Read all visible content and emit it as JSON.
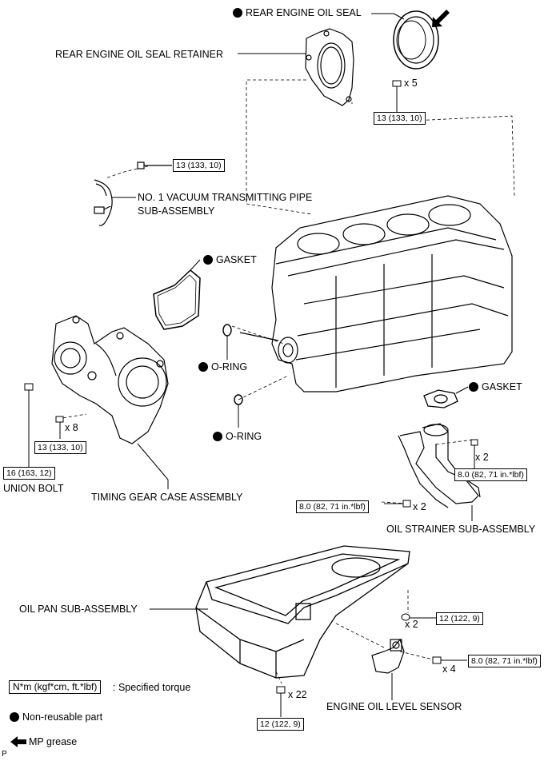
{
  "labels": {
    "rear_oil_seal": "REAR ENGINE OIL SEAL",
    "rear_seal_retainer": "REAR ENGINE OIL SEAL RETAINER",
    "vacuum_pipe_line1": "NO. 1 VACUUM TRANSMITTING PIPE",
    "vacuum_pipe_line2": "SUB-ASSEMBLY",
    "gasket_top": "GASKET",
    "oring_1": "O-RING",
    "gasket_right": "GASKET",
    "oring_2": "O-RING",
    "union_bolt": "UNION BOLT",
    "timing_gear_case": "TIMING GEAR CASE ASSEMBLY",
    "oil_strainer": "OIL STRAINER SUB-ASSEMBLY",
    "oil_pan": "OIL PAN SUB-ASSEMBLY",
    "oil_level_sensor": "ENGINE OIL LEVEL SENSOR"
  },
  "quantities": {
    "retainer_bolts": "x 5",
    "timing_case_bolts": "x 8",
    "strainer_nuts": "x 2",
    "strainer_bolts": "x 2",
    "pan_nuts": "x 2",
    "sensor_bolts": "x 4",
    "pan_bolts": "x 22"
  },
  "torques": {
    "retainer": "13 (133, 10)",
    "vacuum_pipe": "13 (133, 10)",
    "timing_case": "13 (133, 10)",
    "union_bolt": "16 (163, 12)",
    "strainer_nut": "8.0 (82, 71 in.*lbf)",
    "strainer_bolt": "8.0 (82, 71 in.*lbf)",
    "pan_nut": "12 (122, 9)",
    "sensor": "8.0 (82, 71 in.*lbf)",
    "pan_bolt": "12 (122, 9)"
  },
  "legend": {
    "torque_unit": "N*m (kgf*cm, ft.*lbf)",
    "torque_desc": ": Specified torque",
    "non_reusable": "Non-reusable part",
    "mp_grease": "MP grease"
  },
  "corner_mark": "P"
}
